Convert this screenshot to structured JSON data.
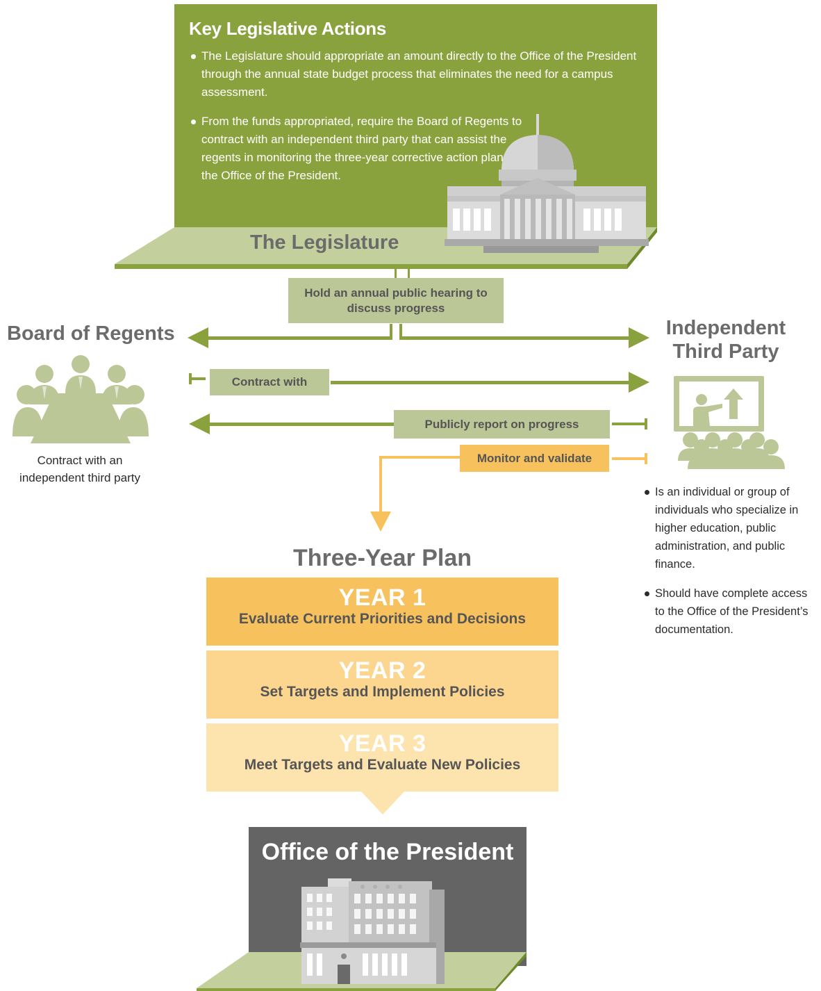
{
  "legislature": {
    "heading": "Key Legislative Actions",
    "bullets": [
      "The Legislature should appropriate an amount directly to the Office of the President through the annual state budget process that eliminates the need for a campus assessment.",
      "From the funds appropriated, require the Board of Regents to contract with an independent third party that can assist the regents in monitoring the three-year corrective action plan for the Office of the President."
    ],
    "label": "The Legislature"
  },
  "actions": {
    "hearing": "Hold an annual public hearing to discuss progress",
    "contract": "Contract with",
    "report": "Publicly report on progress",
    "monitor": "Monitor and validate"
  },
  "board": {
    "title": "Board of Regents",
    "caption": "Contract with an independent third party"
  },
  "third_party": {
    "title": "Independent Third Party",
    "bullets": [
      "Is an individual or group of individuals who specialize in higher education, public administration, and public finance.",
      "Should have complete access to the Office of the President’s documentation."
    ]
  },
  "plan": {
    "title": "Three-Year Plan",
    "years": [
      {
        "label": "YEAR 1",
        "description": "Evaluate Current Priorities and Decisions"
      },
      {
        "label": "YEAR 2",
        "description": "Set Targets and Implement Policies"
      },
      {
        "label": "YEAR 3",
        "description": "Meet Targets and Evaluate New Policies"
      }
    ]
  },
  "office": {
    "title": "Office of the President"
  },
  "colors": {
    "green_dark": "#8aa23d",
    "green_light": "#bcc797",
    "orange": "#f7c15d",
    "gray_dark": "#646464"
  }
}
